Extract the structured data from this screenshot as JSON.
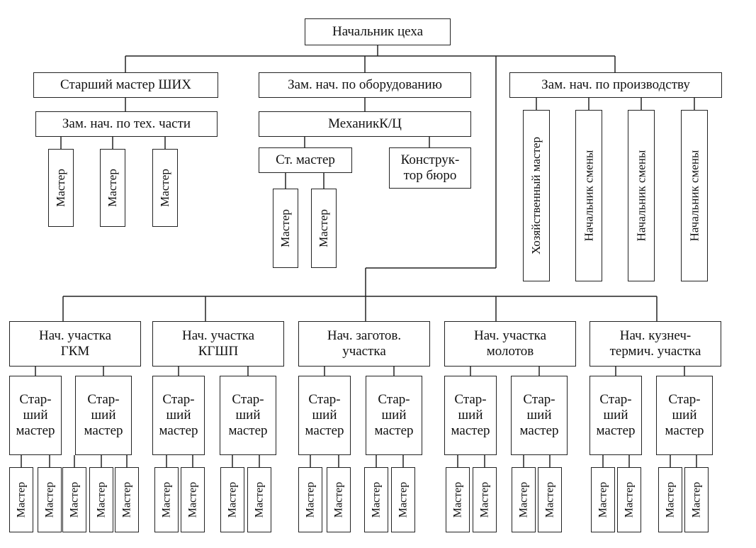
{
  "chief": "Начальник цеха",
  "senior_master_shih": "Старший мастер ШИХ",
  "deputy_tech": "Зам. нач. по тех. части",
  "left_masters": [
    "Мастер",
    "Мастер",
    "Мастер"
  ],
  "deputy_equipment": "Зам. нач. по оборудованию",
  "mechanic": "МеханикК/Ц",
  "st_master": "Ст. мастер",
  "design_bureau": "Конструк-\nтор бюро",
  "mech_masters": [
    "Мастер",
    "Мастер"
  ],
  "deputy_production": "Зам. нач. по производству",
  "production_units": [
    "Хозяйственный мастер",
    "Начальник смены",
    "Начальник смены",
    "Начальник смены"
  ],
  "sections": [
    {
      "title": "Нач. участка\nГКМ",
      "seniors": [
        "Стар-\nший\nмастер",
        "Стар-\nший\nмастер"
      ],
      "masters": [
        [
          "Мастер",
          "Мастер"
        ],
        [
          "Мастер",
          "Мастер",
          "Мастер"
        ]
      ]
    },
    {
      "title": "Нач. участка\nКГШП",
      "seniors": [
        "Стар-\nший\nмастер",
        "Стар-\nший\nмастер"
      ],
      "masters": [
        [
          "Мастер",
          "Мастер"
        ],
        [
          "Мастер",
          "Мастер"
        ]
      ]
    },
    {
      "title": "Нач. заготов.\nучастка",
      "seniors": [
        "Стар-\nший\nмастер",
        "Стар-\nший\nмастер"
      ],
      "masters": [
        [
          "Мастер",
          "Мастер"
        ],
        [
          "Мастер",
          "Мастер"
        ]
      ]
    },
    {
      "title": "Нач. участка\nмолотов",
      "seniors": [
        "Стар-\nший\nмастер",
        "Стар-\nший\nмастер"
      ],
      "masters": [
        [
          "Мастер",
          "Мастер"
        ],
        [
          "Мастер",
          "Мастер"
        ]
      ]
    },
    {
      "title": "Нач. кузнеч-\nтермич. участка",
      "seniors": [
        "Стар-\nший\nмастер",
        "Стар-\nший\nмастер"
      ],
      "masters": [
        [
          "Мастер",
          "Мастер"
        ],
        [
          "Мастер",
          "Мастер"
        ]
      ]
    }
  ]
}
